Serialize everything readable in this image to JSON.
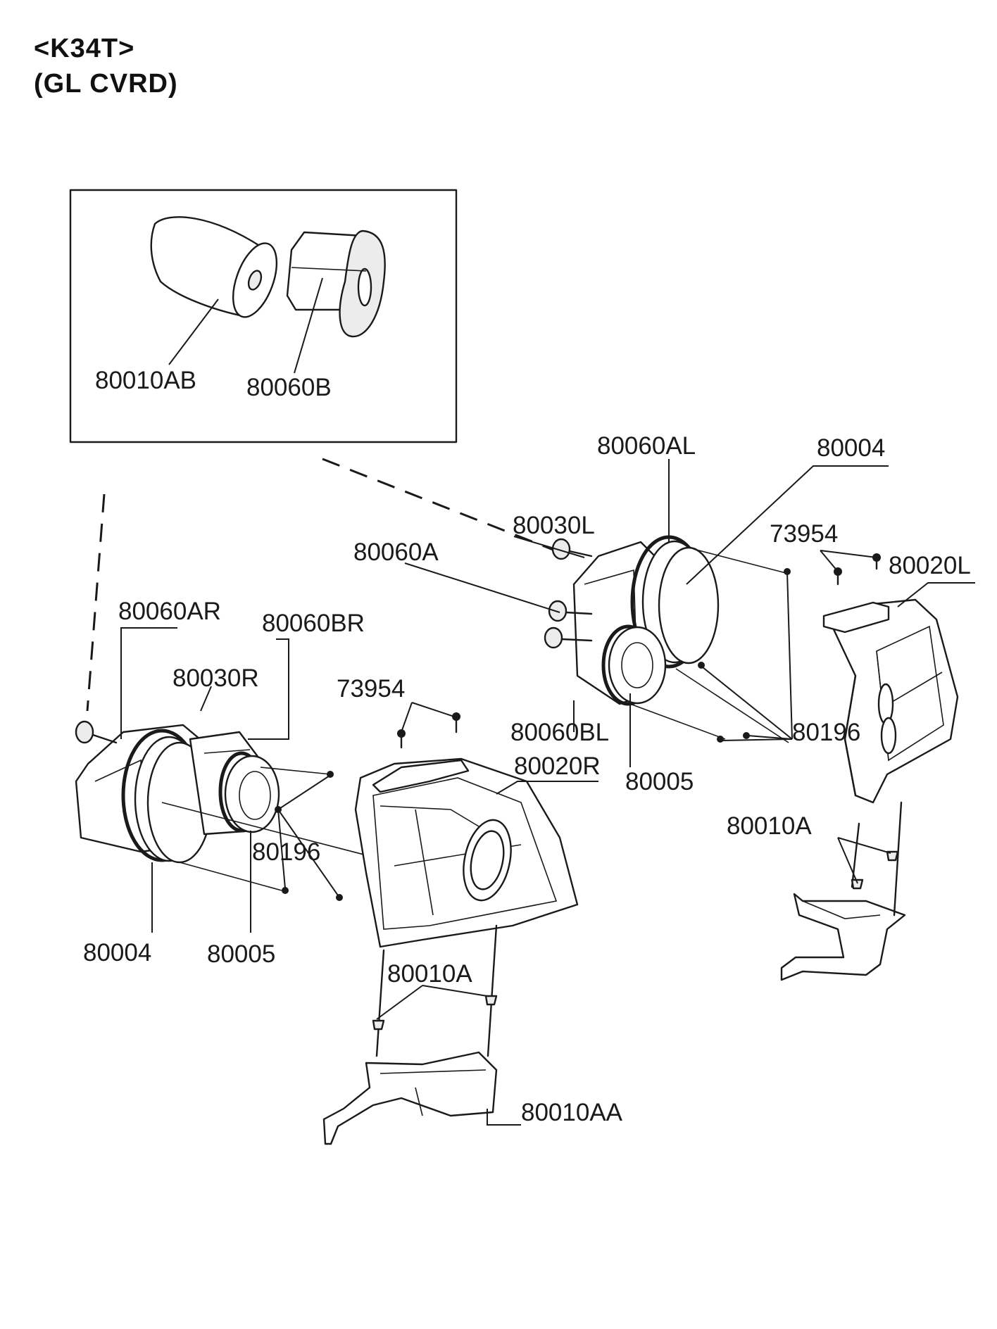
{
  "header": {
    "model": "<K34T>",
    "variant": "(GL CVRD)"
  },
  "inset": {
    "label_cover": "80010AB",
    "label_housing": "80060B"
  },
  "callouts": {
    "left_bracket_socket": "80060AL",
    "left_headlamp_unit": "80004",
    "left_adjuster": "80030L",
    "left_bulb": "80060A",
    "left_clip": "73954",
    "left_housing": "80020L",
    "left_lower_socket": "80060BL",
    "left_ring": "80005",
    "left_screws": "80196",
    "left_bracket": "80010A",
    "right_upper_socket": "80060AR",
    "right_lower_socket": "80060BR",
    "right_adjuster": "80030R",
    "right_clip": "73954",
    "right_housing": "80020R",
    "right_screws": "80196",
    "right_headlamp_unit": "80004",
    "right_ring": "80005",
    "right_bracket": "80010A",
    "right_bracket_lower": "80010AA"
  }
}
